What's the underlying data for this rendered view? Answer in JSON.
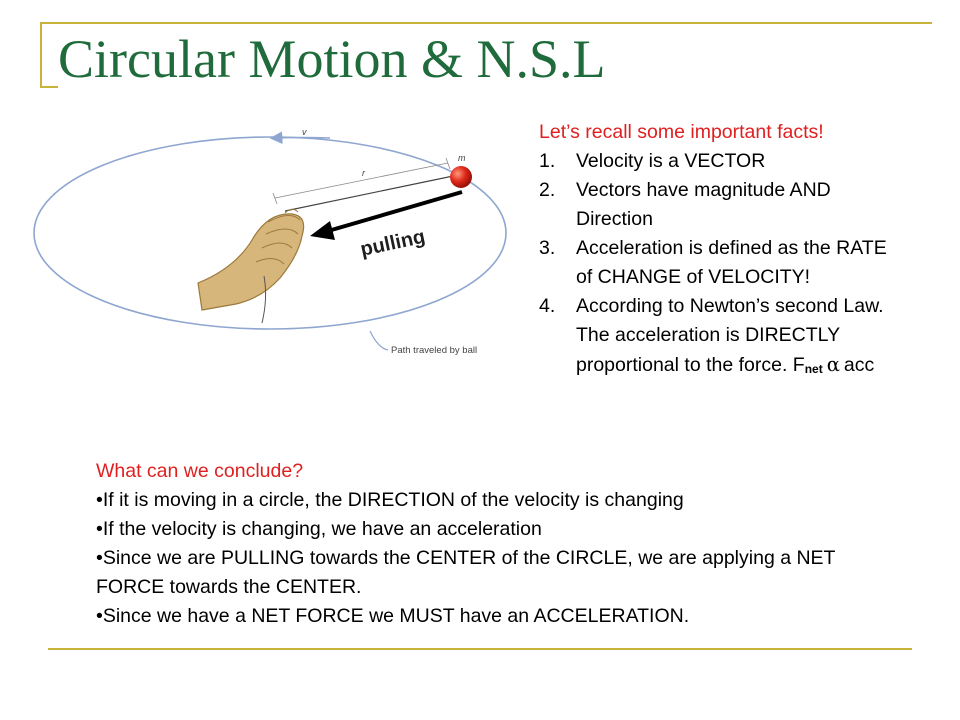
{
  "slide": {
    "title": "Circular Motion & N.S.L"
  },
  "diagram": {
    "label_v": "v",
    "label_m": "m",
    "label_r": "r",
    "pulling": "pulling",
    "path_label": "Path traveled by ball"
  },
  "facts": {
    "intro": "Let’s recall some important facts!",
    "items": [
      {
        "num": "1.",
        "text": "Velocity is a VECTOR"
      },
      {
        "num": "2.",
        "text": "Vectors have magnitude AND Direction"
      },
      {
        "num": "3.",
        "text": "Acceleration is defined as the RATE of CHANGE of VELOCITY!"
      },
      {
        "num": "4.",
        "text": "According to Newton’s second Law. The acceleration is DIRECTLY proportional to the force. F",
        "sub": "net",
        "symbol": "α",
        "tail": "acc"
      }
    ]
  },
  "conclusion": {
    "question": "What can we conclude?",
    "bullets": [
      "•If it is moving in a circle, the DIRECTION of the velocity is changing",
      "•If the velocity is changing, we have an acceleration",
      "•Since we are PULLING towards the CENTER of the CIRCLE, we are applying a NET FORCE towards the CENTER.",
      "•Since we have a NET FORCE we MUST have an ACCELERATION."
    ]
  },
  "colors": {
    "title": "#1f6b3b",
    "accent_red": "#e02020",
    "frame_gold": "#c8b43a",
    "orbit_blue": "#8ea6d0"
  }
}
